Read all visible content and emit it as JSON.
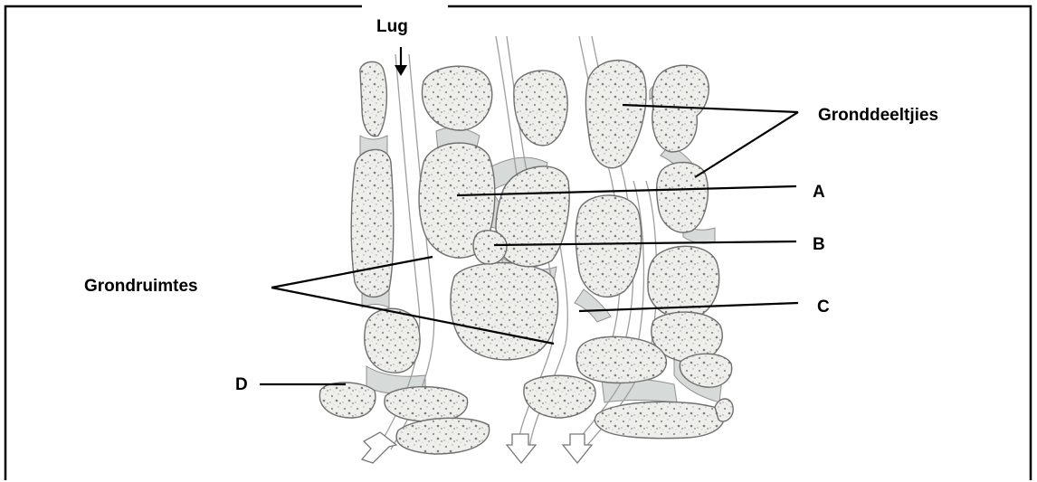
{
  "labels": {
    "air": "Lug",
    "soil_particles": "Gronddeeltjies",
    "soil_spaces": "Grondruimtes",
    "a": "A",
    "b": "B",
    "c": "C",
    "d": "D"
  },
  "colors": {
    "frame": "#000000",
    "particle_fill": "#eeeeea",
    "particle_stroke": "#6f6f6f",
    "water_film": "#d6dad8",
    "background": "#ffffff"
  }
}
